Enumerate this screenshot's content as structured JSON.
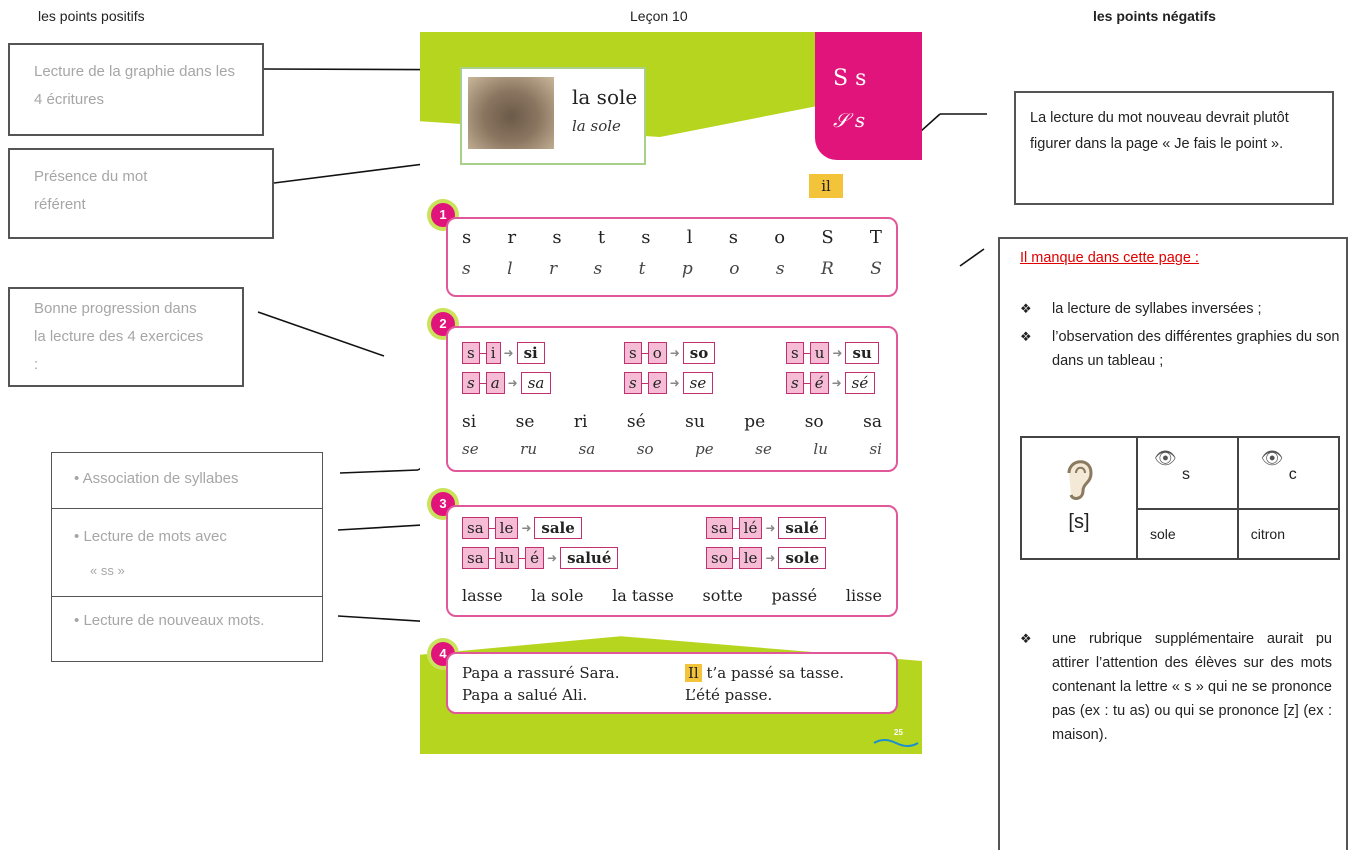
{
  "headers": {
    "left": "les points positifs",
    "center": "Leçon 10",
    "right": "les points négatifs"
  },
  "positives": {
    "box1": "Lecture de la graphie dans les 4 écritures",
    "box2": "Présence du mot référent",
    "box3": "Bonne progression dans la lecture des  4 exercices :",
    "sub": [
      "Association de syllabes",
      "Lecture de mots avec",
      "« ss »",
      "Lecture de nouveaux mots."
    ]
  },
  "negatives": {
    "box_top": "La lecture du mot nouveau devrait plutôt figurer dans la page « Je fais le point ».",
    "title": "Il manque dans cette page :",
    "items": [
      "la lecture de  syllabes inversées ;",
      "l’observation des différentes graphies du son dans un tableau ;"
    ],
    "table": {
      "sound": "[s]",
      "col2_letter": "s",
      "col3_letter": "c",
      "word1": "sole",
      "word2": "citron"
    },
    "last_item": "une rubrique supplémentaire aurait pu attirer l’attention des élèves sur  des mots contenant la lettre « s » qui ne se prononce pas  (ex :  tu as) ou qui se prononce  [z] (ex : maison).",
    "bullet_symbol": "❖"
  },
  "textbook": {
    "word_print": "la sole",
    "word_cursive": "la sole",
    "letters_top": "S   s",
    "letters_bottom": "𝒮   s",
    "new_word": "il",
    "ex1_print": [
      "s",
      "r",
      "s",
      "t",
      "s",
      "l",
      "s",
      "o",
      "S",
      "T"
    ],
    "ex1_cursive": [
      "s",
      "l",
      "r",
      "s",
      "t",
      "p",
      "o",
      "s",
      "R",
      "S"
    ],
    "ex2_syll": [
      [
        "s",
        "i",
        "si"
      ],
      [
        "s",
        "o",
        "so"
      ],
      [
        "s",
        "u",
        "su"
      ],
      [
        "s",
        "a",
        "sa"
      ],
      [
        "s",
        "e",
        "se"
      ],
      [
        "s",
        "é",
        "sé"
      ]
    ],
    "ex2_print": [
      "si",
      "se",
      "ri",
      "sé",
      "su",
      "pe",
      "so",
      "sa"
    ],
    "ex2_cursive": [
      "se",
      "ru",
      "sa",
      "so",
      "pe",
      "se",
      "lu",
      "si"
    ],
    "ex3_words": [
      {
        "parts": [
          "sa",
          "le"
        ],
        "word": "sale"
      },
      {
        "parts": [
          "sa",
          "lé"
        ],
        "word": "salé"
      },
      {
        "parts": [
          "sa",
          "lu",
          "é"
        ],
        "word": "salué"
      },
      {
        "parts": [
          "so",
          "le"
        ],
        "word": "sole"
      }
    ],
    "ex3_line": [
      "lasse",
      "la sole",
      "la tasse",
      "sotte",
      "passé",
      "lisse"
    ],
    "ex4": {
      "l1a": "Papa a rassuré Sara.",
      "l1b_hl": "Il",
      "l1b": " t’a passé sa tasse.",
      "l2a": "Papa a salué Ali.",
      "l2b": "L’été passe."
    },
    "page_number": "25",
    "numbers": [
      "1",
      "2",
      "3",
      "4"
    ]
  }
}
